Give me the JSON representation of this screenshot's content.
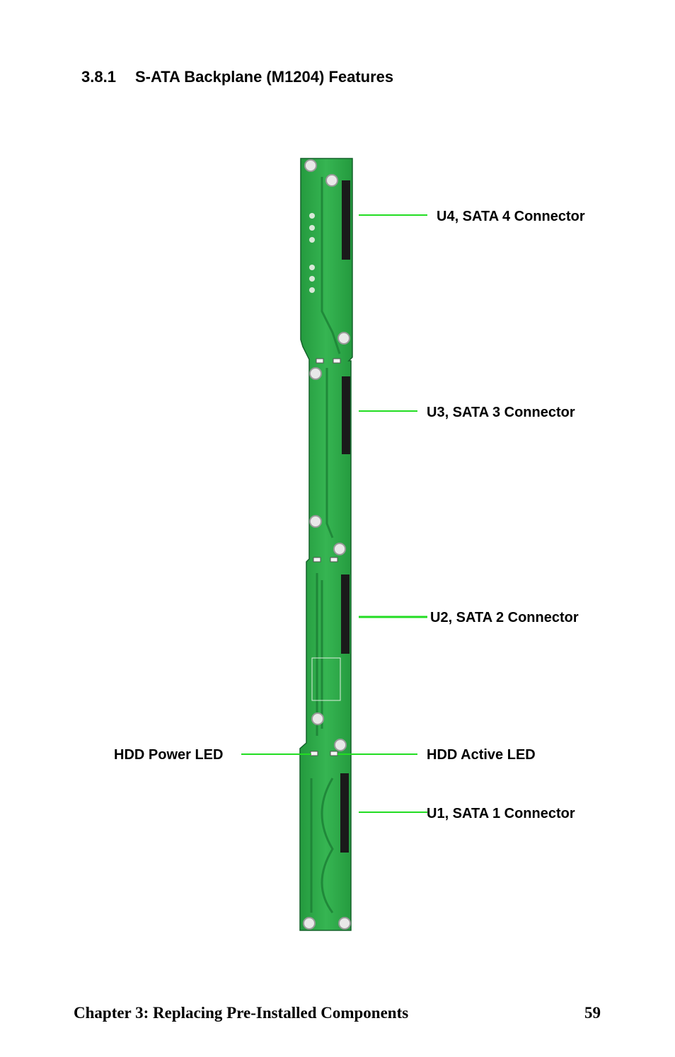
{
  "section": {
    "number": "3.8.1",
    "title": "S-ATA Backplane (M1204) Features"
  },
  "callouts": {
    "u4": "U4, SATA 4 Connector",
    "u3": "U3, SATA 3 Connector",
    "u2": "U2, SATA 2 Connector",
    "hdd_power_led": "HDD Power LED",
    "hdd_active_led": "HDD Active LED",
    "u1": "U1, SATA 1 Connector"
  },
  "footer": {
    "chapter": "Chapter 3: Replacing Pre-Installed Components",
    "page": "59"
  },
  "colors": {
    "pcb": "#2fa84a",
    "pcb_dark": "#1f7a33",
    "leader_line": "#22dd22",
    "connector": "#1a1a1a"
  }
}
